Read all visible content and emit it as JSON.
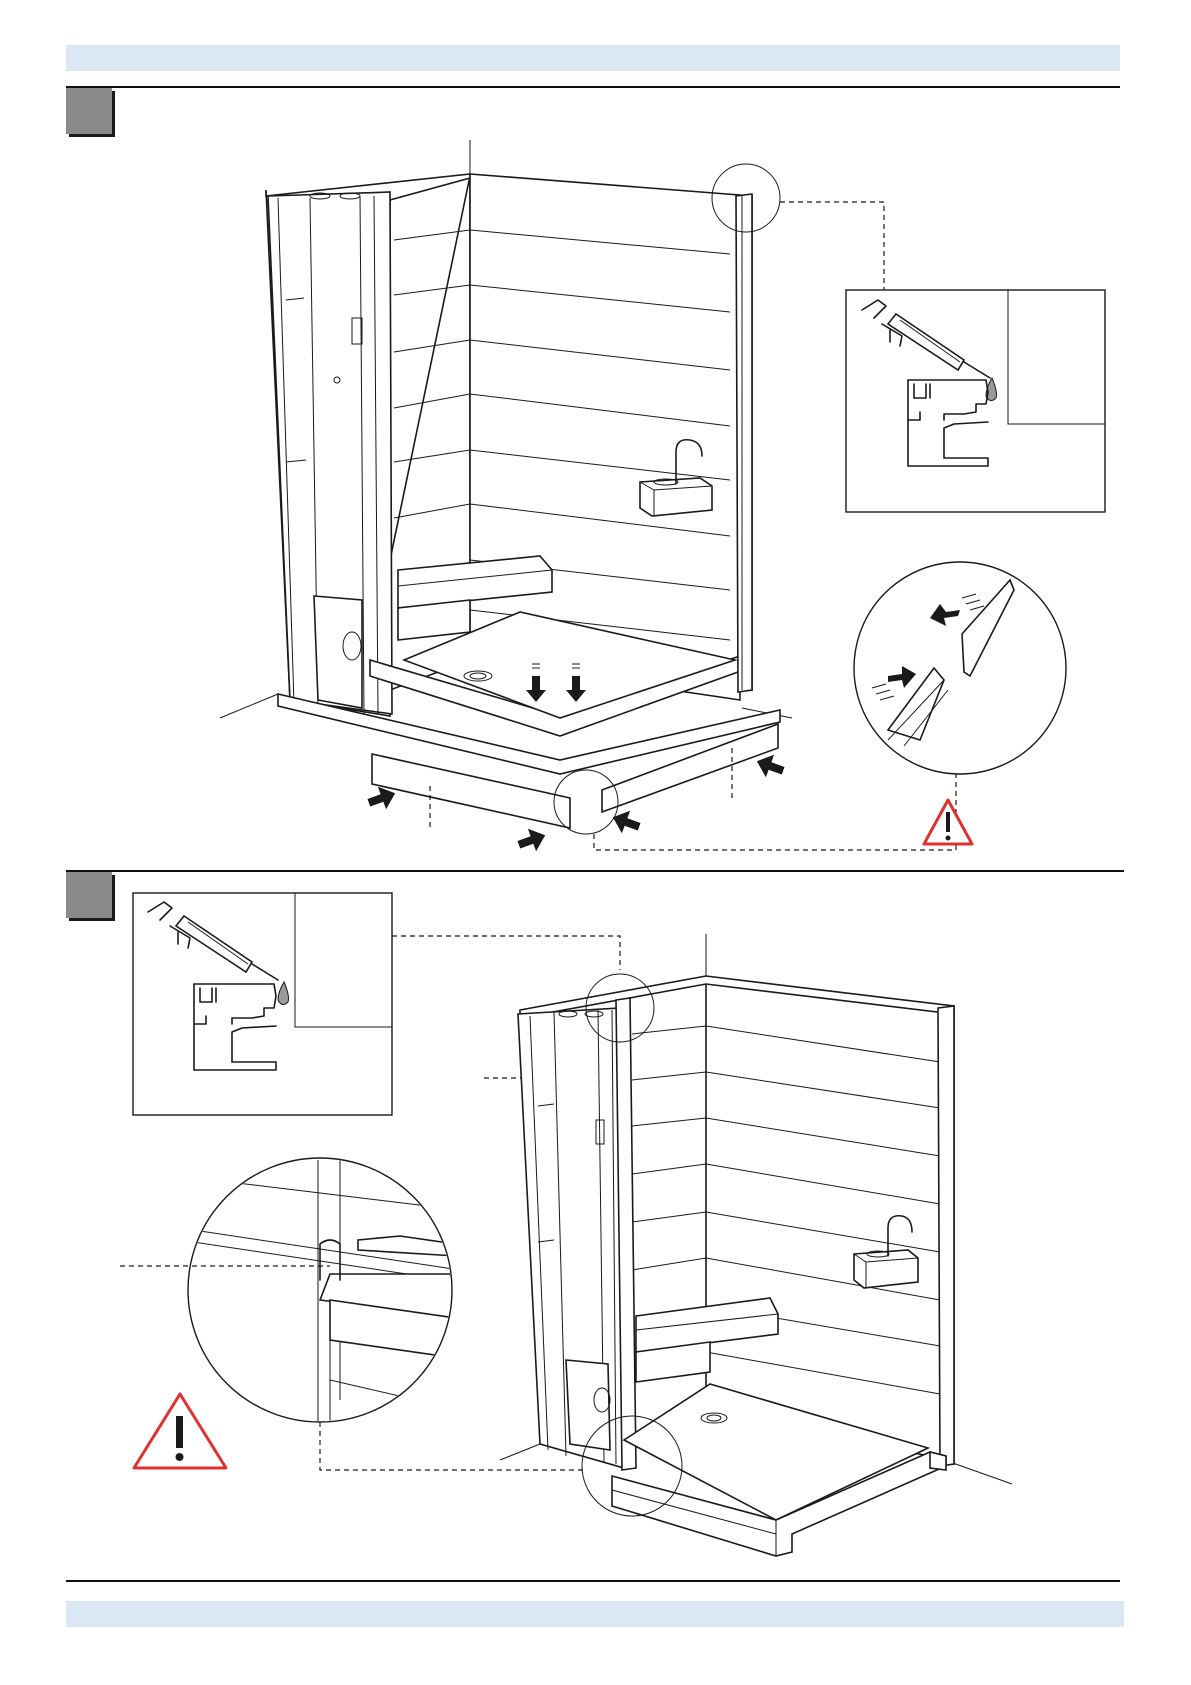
{
  "page": {
    "header_band_color": "#dbe7f2",
    "footer_band_color": "#dbe7f2",
    "rule_color": "#111111"
  },
  "steps": [
    {
      "marker_color": "#8a8a8a",
      "icons": [
        "shower-cabin-assembly",
        "sealant-gun-icon",
        "profile-section-detail",
        "push-arrows-icon",
        "joint-detail-circle",
        "warning-icon"
      ]
    },
    {
      "marker_color": "#8a8a8a",
      "icons": [
        "shower-cabin-assembly",
        "sealant-gun-icon",
        "profile-section-detail",
        "joint-detail-circle",
        "warning-icon"
      ]
    }
  ],
  "colors": {
    "warning": "#e03131",
    "line": "#1a1a1a"
  }
}
